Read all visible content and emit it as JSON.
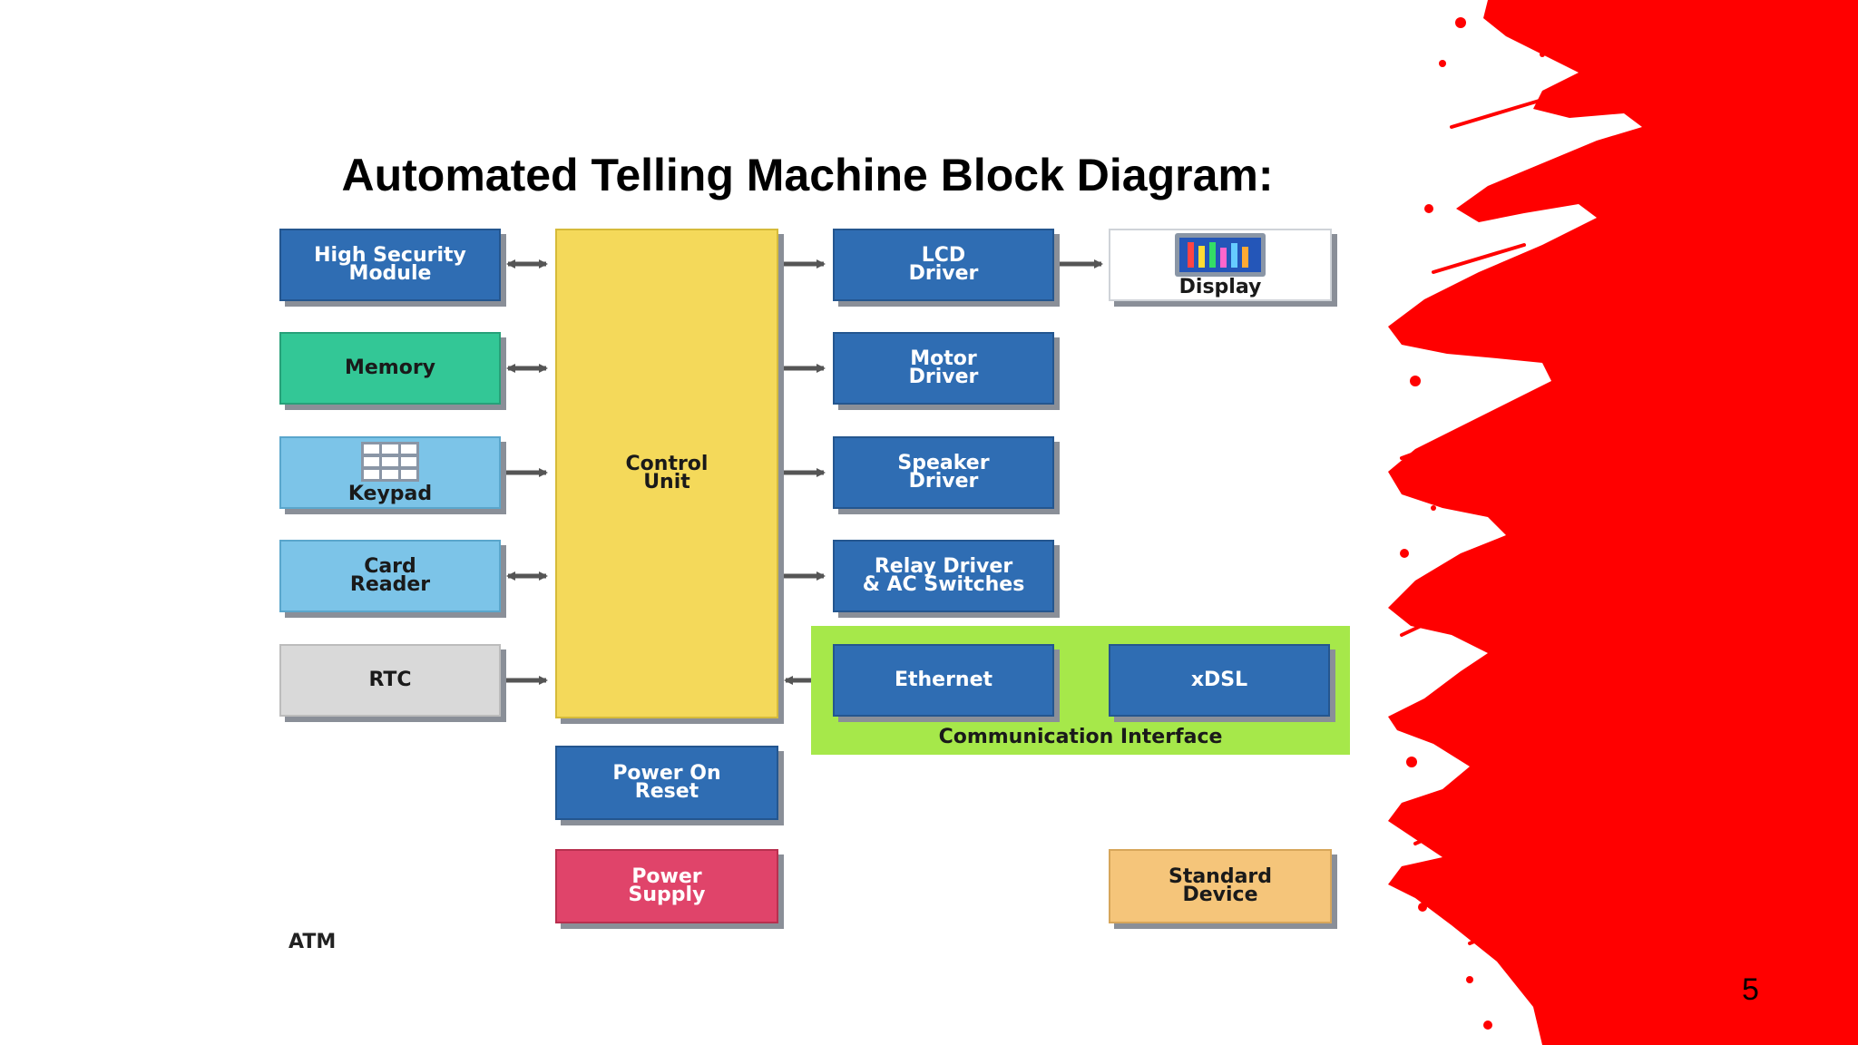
{
  "slide": {
    "title": "Automated Telling Machine Block Diagram:",
    "page_number": "5",
    "diagram_caption": "ATM"
  },
  "blocks": {
    "hsm": "High Security\nModule",
    "memory": "Memory",
    "keypad": "Keypad",
    "card_reader": "Card\nReader",
    "rtc": "RTC",
    "control_unit": "Control\nUnit",
    "lcd_driver": "LCD\nDriver",
    "display": "Display",
    "motor_driver": "Motor\nDriver",
    "speaker_driver": "Speaker\nDriver",
    "relay_driver": "Relay Driver\n& AC Switches",
    "ethernet": "Ethernet",
    "xdsl": "xDSL",
    "comm_interface": "Communication Interface",
    "power_on_reset": "Power On\nReset",
    "power_supply": "Power\nSupply",
    "standard_device": "Standard\nDevice"
  },
  "colors": {
    "accent_red": "#ff0000",
    "block_blue": "#2f6db3",
    "memory_green": "#33c796",
    "input_light_blue": "#7cc4e8",
    "control_yellow": "#f4d95a",
    "comm_green": "#a6e84a",
    "supply_pink": "#e0446a",
    "standard_orange": "#f5c57a"
  },
  "icons": [
    "keypad-icon",
    "display-screen-icon"
  ]
}
